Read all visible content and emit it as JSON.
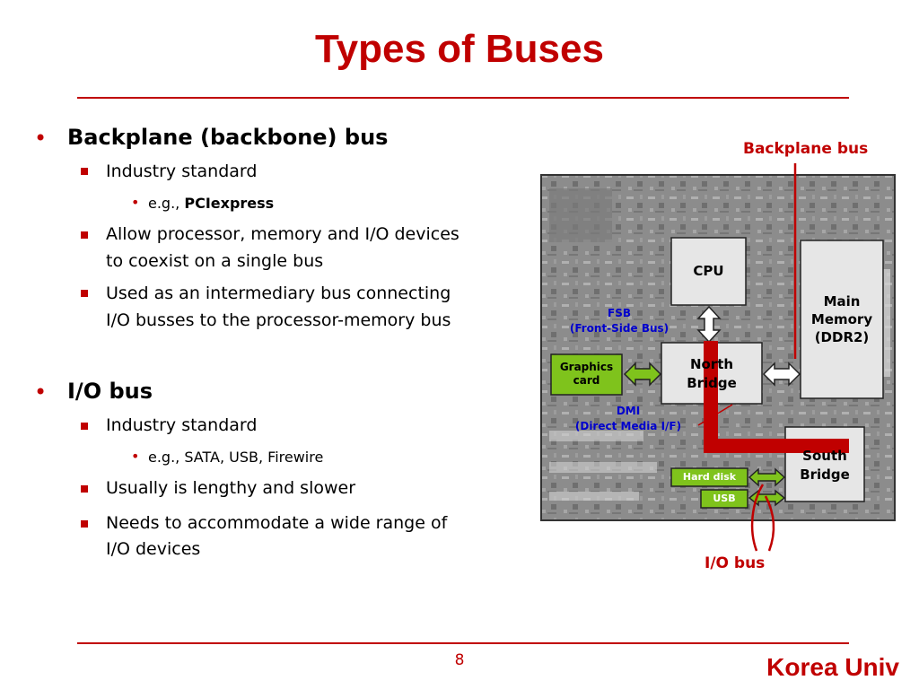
{
  "slide": {
    "title": "Types of Buses",
    "page_number": "8",
    "organization": "Korea Univ"
  },
  "bullets": {
    "backplane": {
      "heading": "Backplane (backbone) bus",
      "item1": "Industry standard",
      "item1_sub_prefix": "e.g., ",
      "item1_sub_bold": "PCIexpress",
      "item2_line1": "Allow processor, memory and I/O devices",
      "item2_line2": "to coexist on a single bus",
      "item3_line1": "Used as an intermediary bus connecting",
      "item3_line2": "I/O busses to the processor-memory bus"
    },
    "io": {
      "heading": "I/O bus",
      "item1": "Industry standard",
      "item1_sub": "e.g., SATA, USB, Firewire",
      "item2": "Usually is lengthy and slower",
      "item3_line1": "Needs to accommodate a wide range of",
      "item3_line2": "I/O devices"
    }
  },
  "diagram": {
    "backplane_label": "Backplane bus",
    "io_label": "I/O bus",
    "cpu": "CPU",
    "main_memory_1": "Main",
    "main_memory_2": "Memory",
    "main_memory_3": "(DDR2)",
    "north_bridge_1": "North",
    "north_bridge_2": "Bridge",
    "south_bridge_1": "South",
    "south_bridge_2": "Bridge",
    "graphics_1": "Graphics",
    "graphics_2": "card",
    "hard_disk": "Hard disk",
    "usb": "USB",
    "fsb_1": "FSB",
    "fsb_2": "(Front-Side Bus)",
    "dmi_1": "DMI",
    "dmi_2": "(Direct Media I/F)",
    "colors": {
      "accent_red": "#c00000",
      "label_blue": "#0000cc",
      "device_green": "#7fc31c",
      "box_gray": "#e6e6e6"
    }
  }
}
